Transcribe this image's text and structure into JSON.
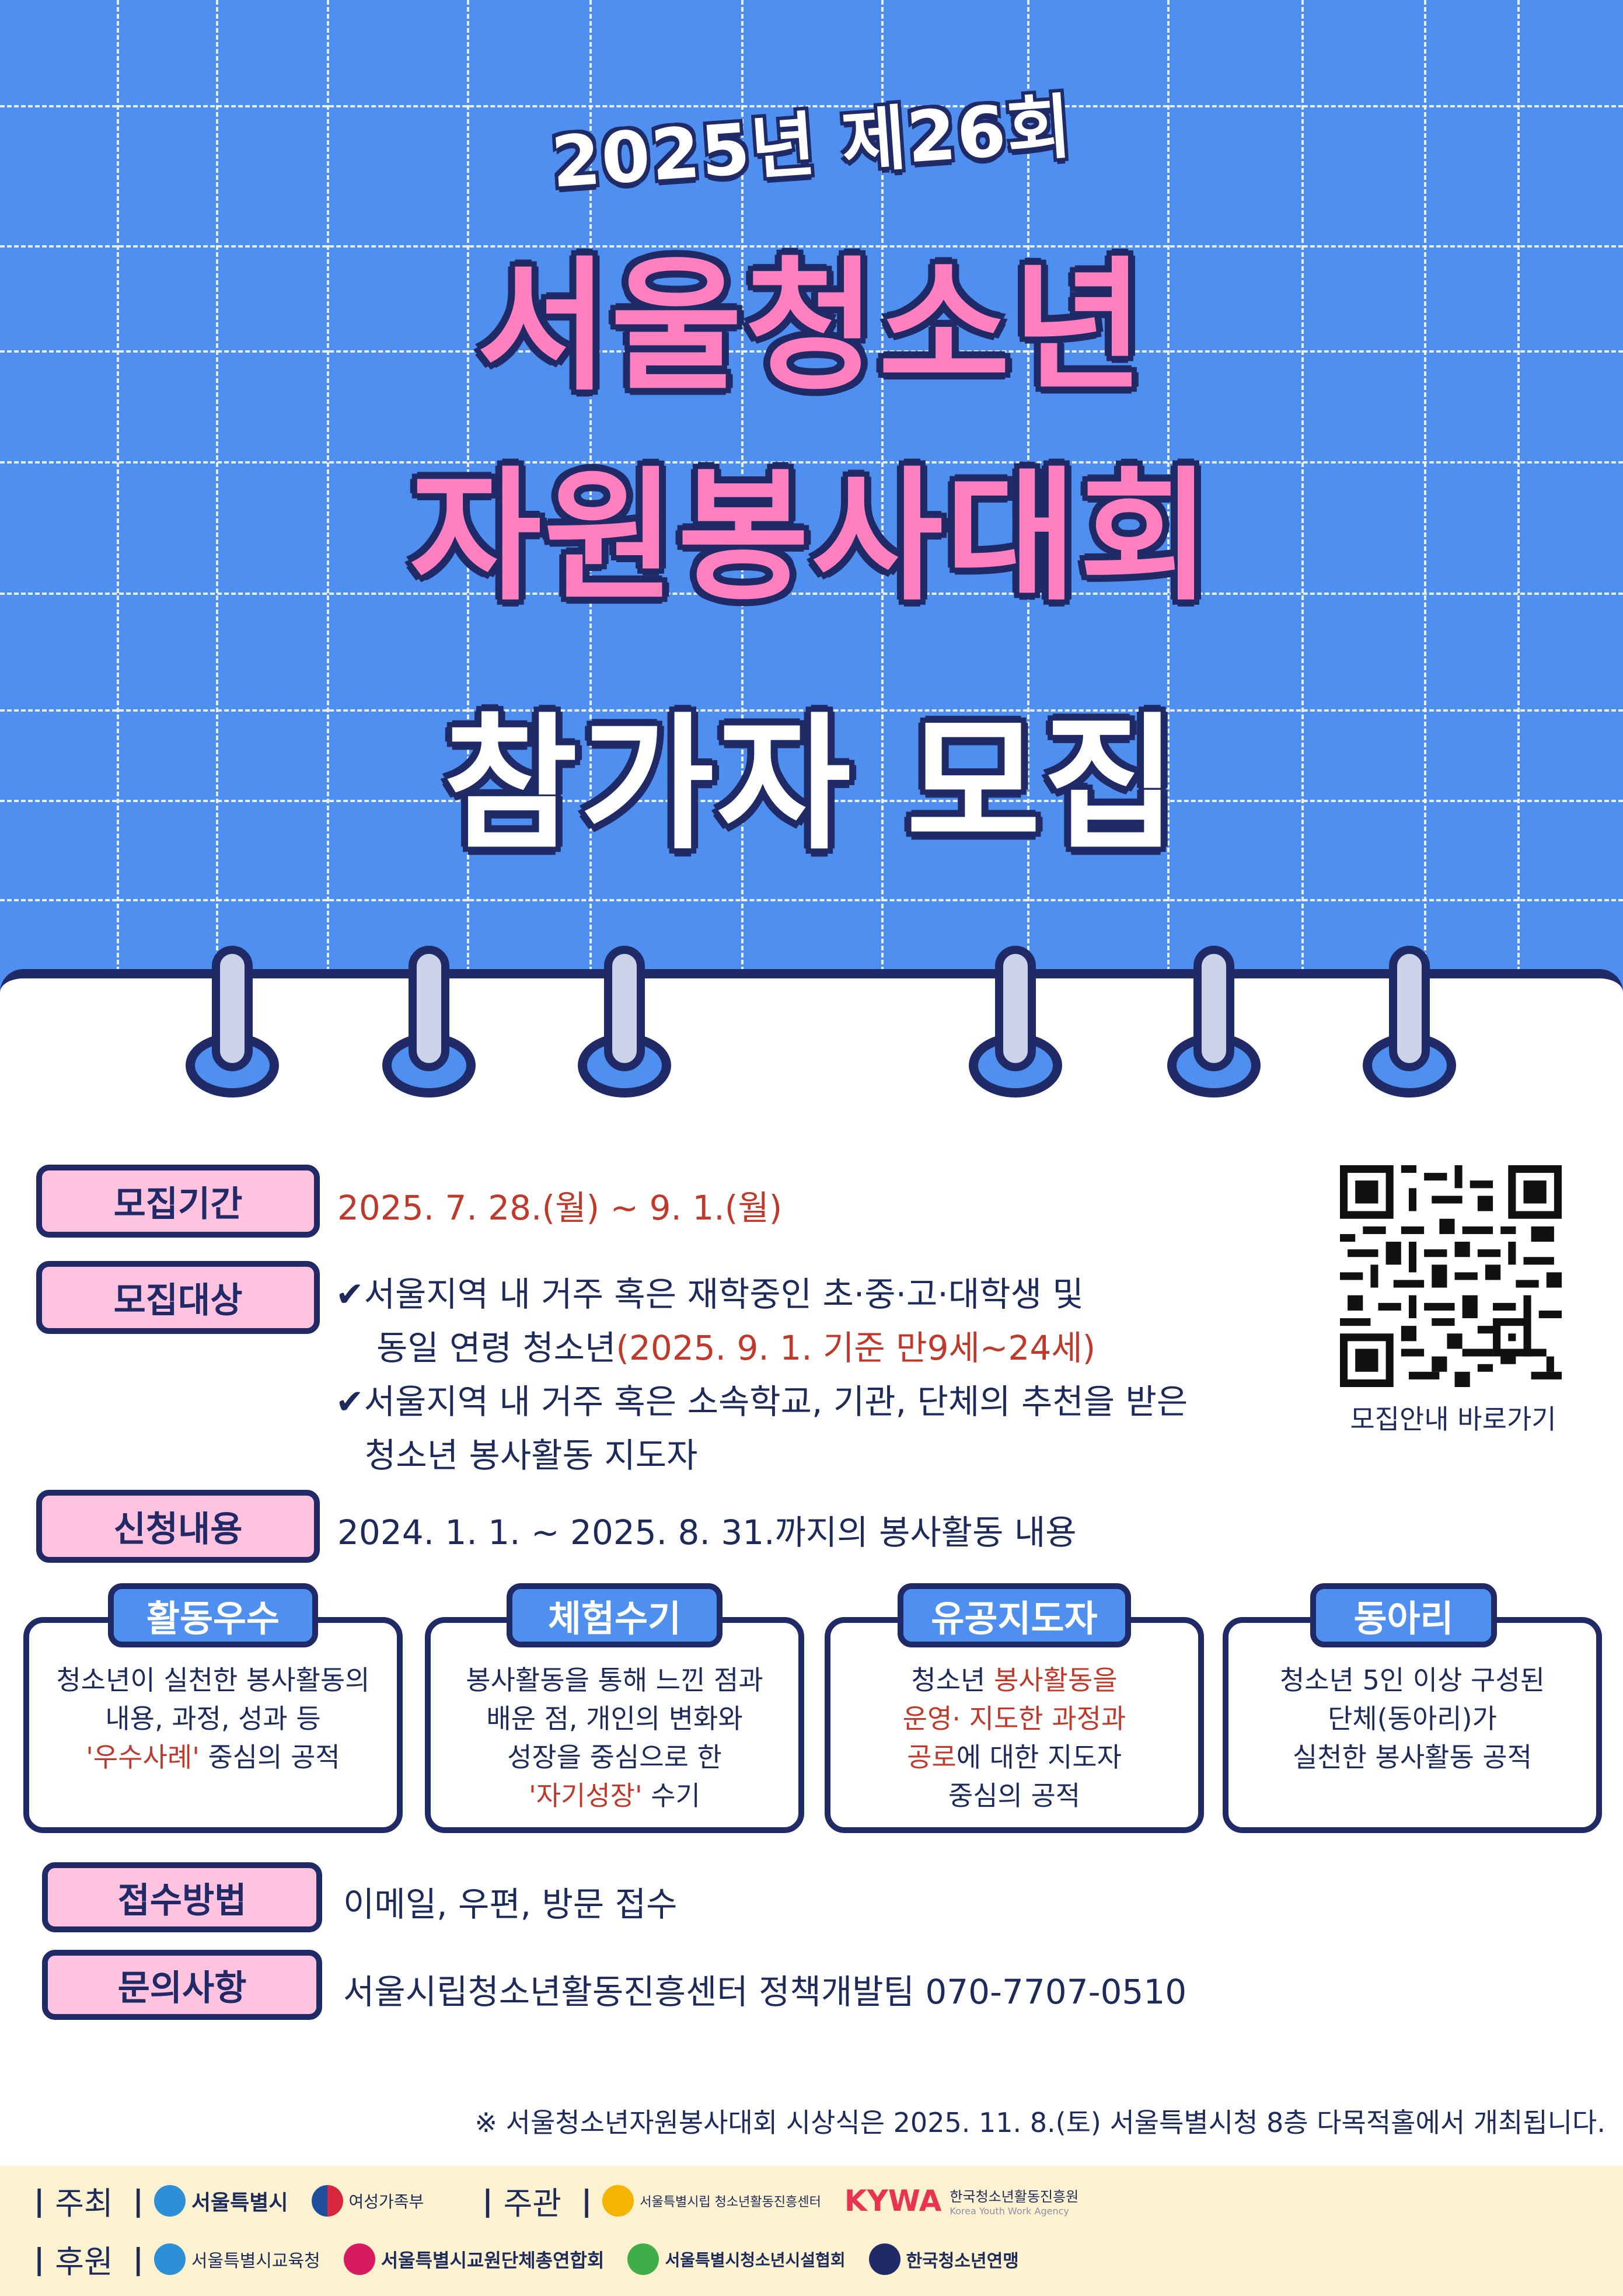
{
  "header": {
    "year_title": "2025년 제26회",
    "title_line1": "서울청소년",
    "title_line2": "자원봉사대회",
    "title_line3": "참가자 모집"
  },
  "info": {
    "period": {
      "label": "모집기간",
      "value": "2025. 7. 28.(월) ~ 9. 1.(월)"
    },
    "target": {
      "label": "모집대상",
      "items": [
        {
          "line1": "✔서울지역 내 거주 혹은 재학중인 초·중·고·대학생 및",
          "line2_a": "동일 연령 청소년",
          "line2_b": "(2025. 9. 1. 기준 만9세~24세)"
        },
        {
          "line1": "✔서울지역 내 거주 혹은 소속학교, 기관, 단체의 추천을 받은",
          "line2_a": "청소년 봉사활동 지도자",
          "line2_b": ""
        }
      ]
    },
    "content": {
      "label": "신청내용",
      "value": "2024. 1. 1. ~ 2025. 8. 31.까지의 봉사활동 내용"
    },
    "method": {
      "label": "접수방법",
      "value": "이메일, 우편, 방문 접수"
    },
    "contact": {
      "label": "문의사항",
      "value": "서울시립청소년활동진흥센터 정책개발팀 070-7707-0510"
    }
  },
  "qr": {
    "caption": "모집안내 바로가기"
  },
  "categories": [
    {
      "tag": "활동우수",
      "lines": [
        "청소년이 실천한 봉사활동의",
        "내용, 과정, 성과 등"
      ],
      "hl": "'우수사례'",
      "tail": " 중심의 공적"
    },
    {
      "tag": "체험수기",
      "lines": [
        "봉사활동을 통해 느낀 점과",
        "배운 점, 개인의 변화와",
        "성장을 중심으로 한"
      ],
      "hl": "'자기성장'",
      "tail": " 수기"
    },
    {
      "tag": "유공지도자",
      "l1a": "청소년 ",
      "l1b": "봉사활동을",
      "l2": "운영· 지도한 과정과",
      "l3a": "공로",
      "l3b": "에 대한 지도자",
      "l4": "중심의 공적"
    },
    {
      "tag": "동아리",
      "lines": [
        "청소년  5인 이상 구성된",
        "단체(동아리)가",
        "실천한 봉사활동 공적"
      ]
    }
  ],
  "notice": "※ 서울청소년자원봉사대회 시상식은 2025. 11. 8.(토) 서울특별시청 8층 다목적홀에서 개최됩니다.",
  "footer": {
    "host_label": "주최",
    "hosts": [
      "서울특별시",
      "여성가족부"
    ],
    "organizer_label": "주관",
    "organizers": [
      "서울특별시립 청소년활동진흥센터",
      "KYWA",
      "한국청소년활동진흥원"
    ],
    "organizer_sub": [
      "Korea Youth Work Agency"
    ],
    "sponsor_label": "후원",
    "sponsors": [
      "서울특별시교육청",
      "서울특별시교원단체총연합회",
      "서울특별시청소년시설협회",
      "한국청소년연맹"
    ]
  },
  "colors": {
    "hero_blue": "#4f8ff0",
    "navy": "#1f2a66",
    "pink": "#ff7fbf",
    "label_pink": "#ffc2df",
    "highlight_red": "#c0392b",
    "footer_bg": "#fdf2cf"
  }
}
